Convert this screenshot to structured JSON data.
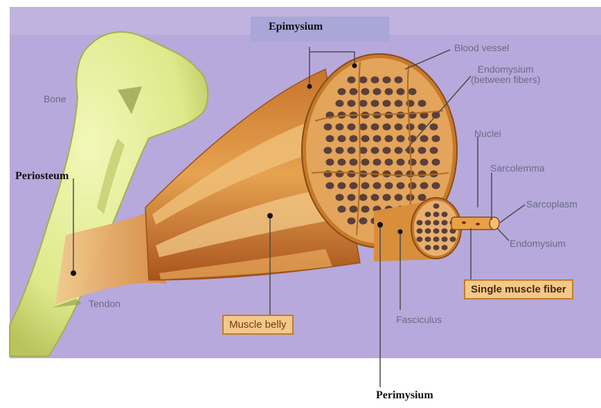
{
  "colors": {
    "background": "#b7a9dc",
    "bone": "#dde98a",
    "muscle": "#d88e3a",
    "muscle_dark": "#a9541e",
    "fascicle": "#e3a45c",
    "fiber_hole": "#5a3f3a",
    "leader": "#4a4a4a",
    "label_box": "#f3c98a"
  },
  "labels": {
    "epimysium": "Epimysium",
    "blood_vessel": "Blood vessel",
    "endomysium_between": "Endomysium\n(between fibers)",
    "bone": "Bone",
    "nuclei": "Nuclei",
    "periosteum": "Periosteum",
    "sarcolemma": "Sarcolemma",
    "sarcoplasm": "Sarcoplasm",
    "endomysium": "Endomysium",
    "single_muscle_fiber": "Single muscle fiber",
    "tendon": "Tendon",
    "muscle_belly": "Muscle belly",
    "fasciculus": "Fasciculus",
    "perimysium": "Perimysium"
  }
}
